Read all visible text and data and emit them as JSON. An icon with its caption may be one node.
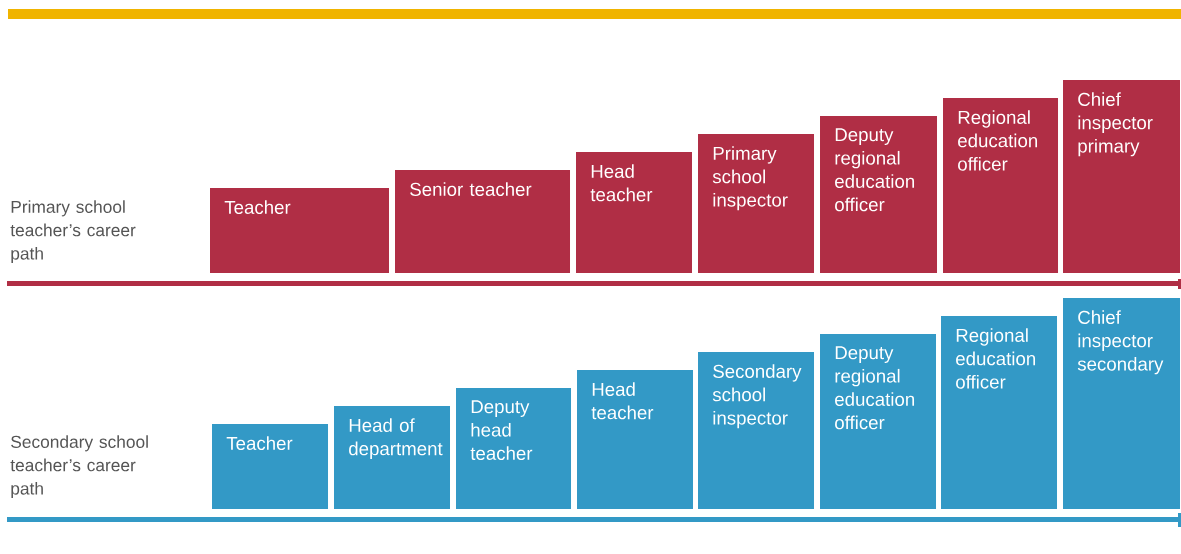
{
  "diagram": {
    "nodes": [
      {
        "text": [
          "Teacher"
        ]
      },
      {
        "text": [
          "Senior teacher"
        ]
      },
      {
        "text": [
          "Head teacher"
        ]
      },
      {
        "text": [
          "Primary school inspector"
        ]
      },
      {
        "text": [
          "Deputy regional education officer"
        ]
      },
      {
        "text": [
          "Regional education officer"
        ]
      },
      {
        "text": [
          "Chief inspector primary"
        ]
      },
      {
        "text": [
          "Teacher"
        ]
      },
      {
        "text": [
          "Head of department"
        ]
      },
      {
        "text": [
          "Deputy head teacher"
        ]
      },
      {
        "text": [
          "Head teacher"
        ]
      },
      {
        "text": [
          "Secondary school inspector"
        ]
      },
      {
        "text": [
          "Deputy regional education officer"
        ]
      },
      {
        "text": [
          "Regional education officer"
        ]
      },
      {
        "text": [
          "Chief inspector secondary"
        ]
      }
    ],
    "labels": [
      "Primary school teacher’s career path",
      "Secondary school teacher’s career path"
    ]
  }
}
